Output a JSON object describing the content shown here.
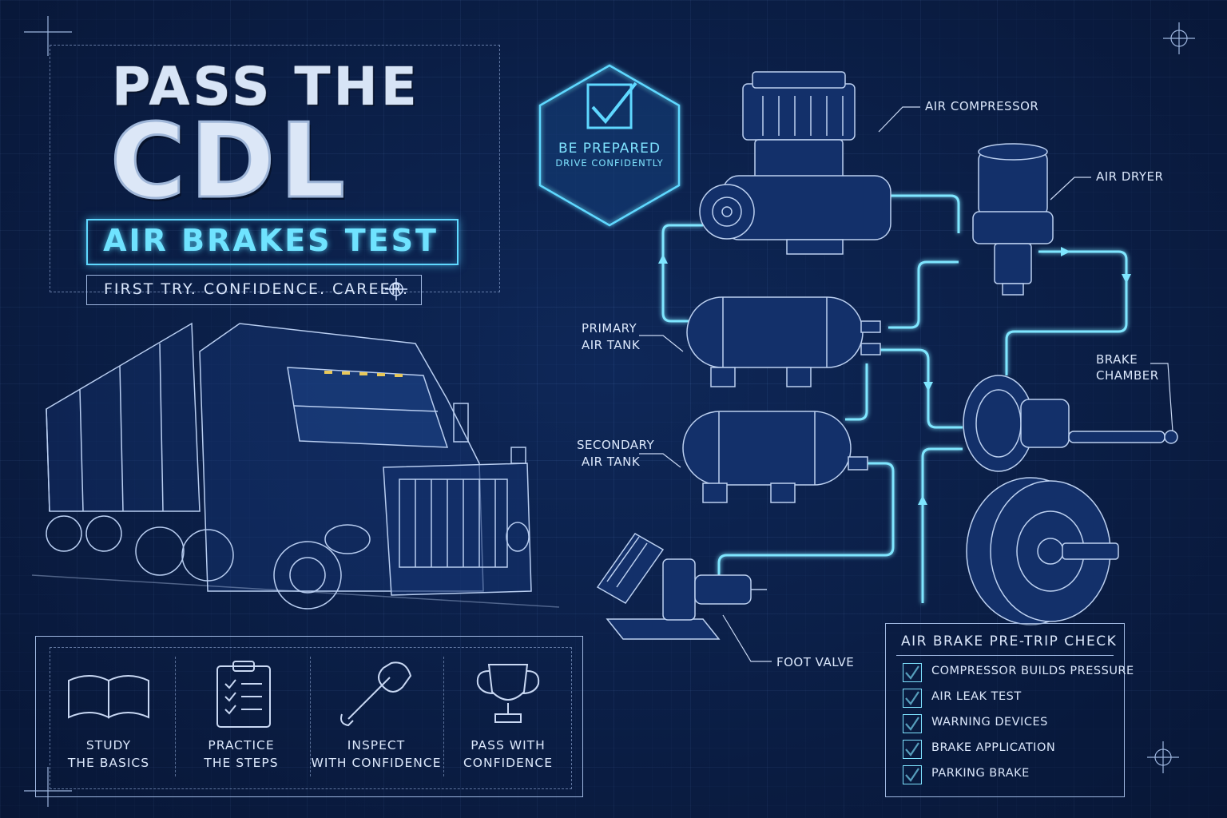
{
  "title": {
    "line1": "PASS THE",
    "line2": "CDL",
    "subtitle": "AIR BRAKES TEST",
    "tagline": "FIRST TRY. CONFIDENCE. CAREER."
  },
  "badge": {
    "line1": "BE PREPARED",
    "line2": "DRIVE CONFIDENTLY",
    "icon": "checkmark-icon"
  },
  "components": {
    "air_compressor": "AIR COMPRESSOR",
    "air_dryer": "AIR DRYER",
    "primary_tank_1": "PRIMARY",
    "primary_tank_2": "AIR TANK",
    "secondary_tank_1": "SECONDARY",
    "secondary_tank_2": "AIR TANK",
    "brake_chamber_1": "BRAKE",
    "brake_chamber_2": "CHAMBER",
    "foot_valve": "FOOT VALVE"
  },
  "steps": [
    {
      "line1": "STUDY",
      "line2": "THE BASICS",
      "icon": "book-icon"
    },
    {
      "line1": "PRACTICE",
      "line2": "THE STEPS",
      "icon": "clipboard-icon"
    },
    {
      "line1": "INSPECT",
      "line2": "WITH CONFIDENCE",
      "icon": "wrench-icon"
    },
    {
      "line1": "PASS WITH",
      "line2": "CONFIDENCE",
      "icon": "trophy-icon"
    }
  ],
  "checklist": {
    "title": "AIR BRAKE PRE-TRIP CHECK",
    "items": [
      "COMPRESSOR BUILDS PRESSURE",
      "AIR LEAK TEST",
      "WARNING DEVICES",
      "BRAKE APPLICATION",
      "PARKING BRAKE"
    ]
  },
  "colors": {
    "background": "#0b1f47",
    "line": "#9fb7e0",
    "glow": "#5fd8ff"
  }
}
